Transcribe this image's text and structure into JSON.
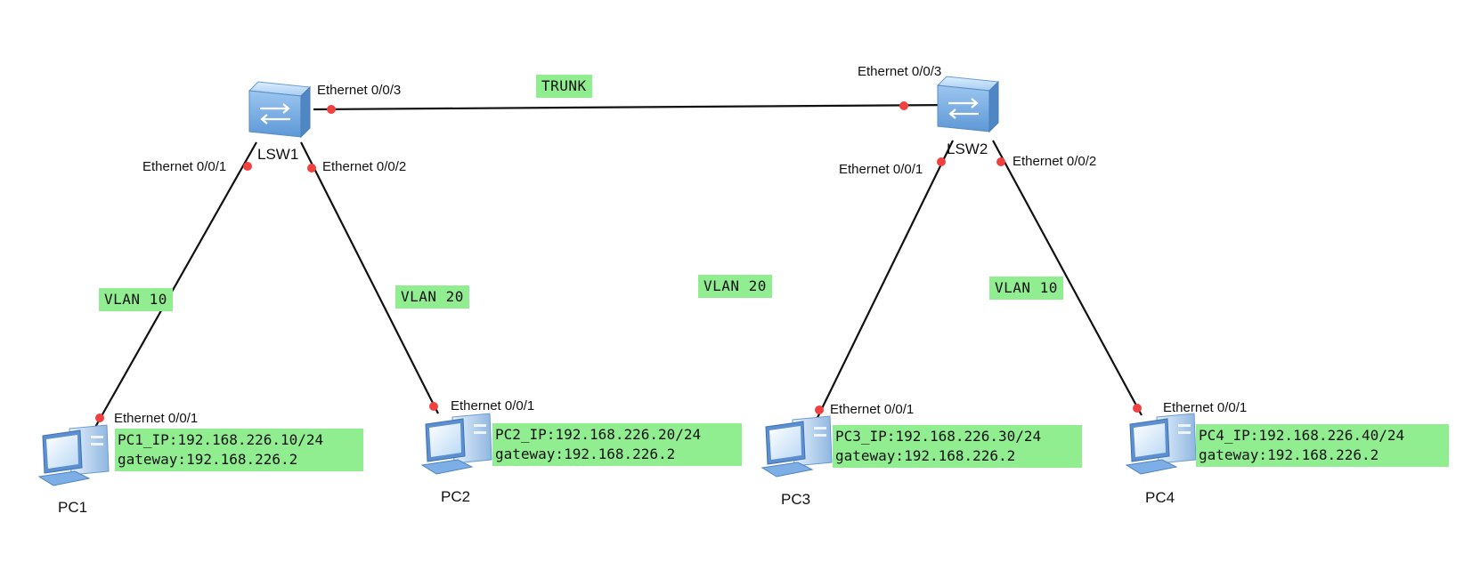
{
  "devices": {
    "lsw1": {
      "name": "LSW1"
    },
    "lsw2": {
      "name": "LSW2"
    },
    "pc1": {
      "name": "PC1",
      "ip": "PC1_IP:192.168.226.10/24",
      "gateway": "gateway:192.168.226.2"
    },
    "pc2": {
      "name": "PC2",
      "ip": "PC2_IP:192.168.226.20/24",
      "gateway": "gateway:192.168.226.2"
    },
    "pc3": {
      "name": "PC3",
      "ip": "PC3_IP:192.168.226.30/24",
      "gateway": "gateway:192.168.226.2"
    },
    "pc4": {
      "name": "PC4",
      "ip": "PC4_IP:192.168.226.40/24",
      "gateway": "gateway:192.168.226.2"
    }
  },
  "ports": {
    "lsw1_e3": "Ethernet 0/0/3",
    "lsw1_e1": "Ethernet 0/0/1",
    "lsw1_e2": "Ethernet 0/0/2",
    "lsw2_e3": "Ethernet 0/0/3",
    "lsw2_e1": "Ethernet 0/0/1",
    "lsw2_e2": "Ethernet 0/0/2",
    "pc1_e1": "Ethernet 0/0/1",
    "pc2_e1": "Ethernet 0/0/1",
    "pc3_e1": "Ethernet 0/0/1",
    "pc4_e1": "Ethernet 0/0/1"
  },
  "links": {
    "trunk": "TRUNK",
    "lsw1_pc1": "VLAN 10",
    "lsw1_pc2": "VLAN 20",
    "middle": "VLAN 20",
    "lsw2_pc4": "VLAN 10"
  },
  "colors": {
    "note_bg": "#90ee90",
    "port_dot": "#f04040",
    "link": "#111111"
  }
}
